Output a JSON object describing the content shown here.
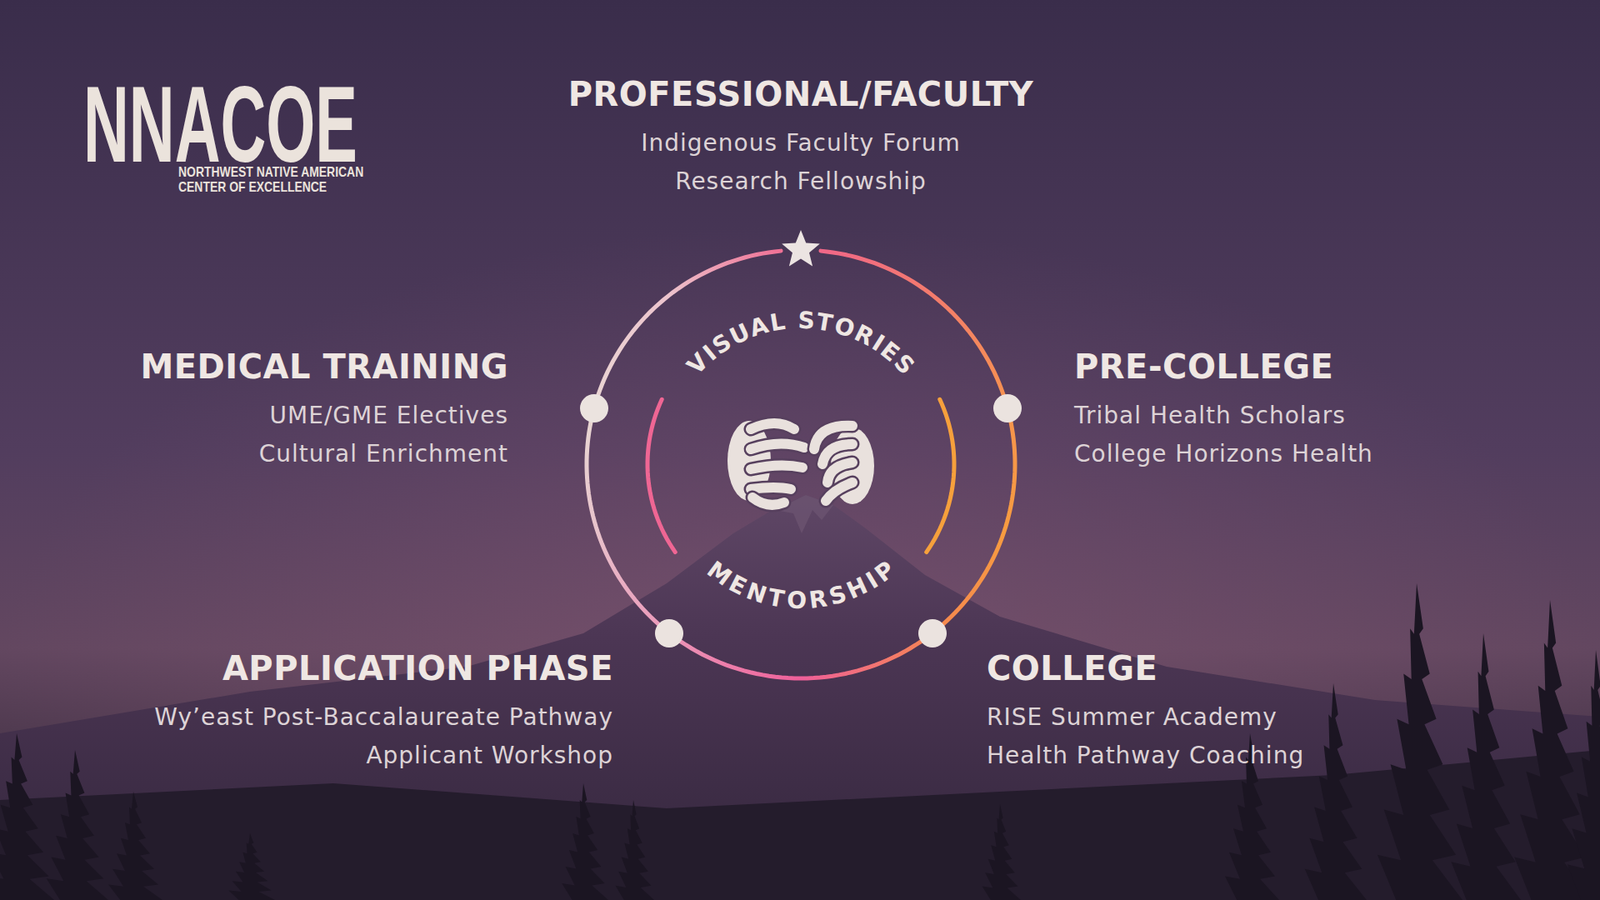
{
  "diagram": {
    "nodes": [
      {
        "text": [
          "PROFESSIONAL/FACULTY",
          "Indigenous Faculty Forum",
          "Research Fellowship"
        ]
      },
      {
        "text": [
          "MEDICAL TRAINING",
          "UME/GME Electives",
          "Cultural Enrichment"
        ]
      },
      {
        "text": [
          "VISUAL STORIES",
          "MENTORSHIP"
        ]
      },
      {
        "text": [
          "PRE-COLLEGE",
          "Tribal Health Scholars",
          "College Horizons Health"
        ]
      },
      {
        "text": [
          "APPLICATION PHASE",
          "Wy’east Post-Baccalaureate Pathway",
          "Applicant Workshop"
        ]
      },
      {
        "text": [
          "COLLEGE",
          "RISE Summer Academy",
          "Health Pathway Coaching"
        ]
      }
    ],
    "edges": [
      {
        "from": 3,
        "to": 5,
        "arrow": "none"
      },
      {
        "from": 5,
        "to": 4,
        "arrow": "none"
      },
      {
        "from": 4,
        "to": 1,
        "arrow": "none"
      },
      {
        "from": 1,
        "to": 0,
        "arrow": "none"
      },
      {
        "from": 0,
        "to": 3,
        "arrow": "none"
      }
    ],
    "labels": [
      "NNACOE",
      "NORTHWEST NATIVE AMERICAN CENTER OF EXCELLENCE"
    ]
  }
}
